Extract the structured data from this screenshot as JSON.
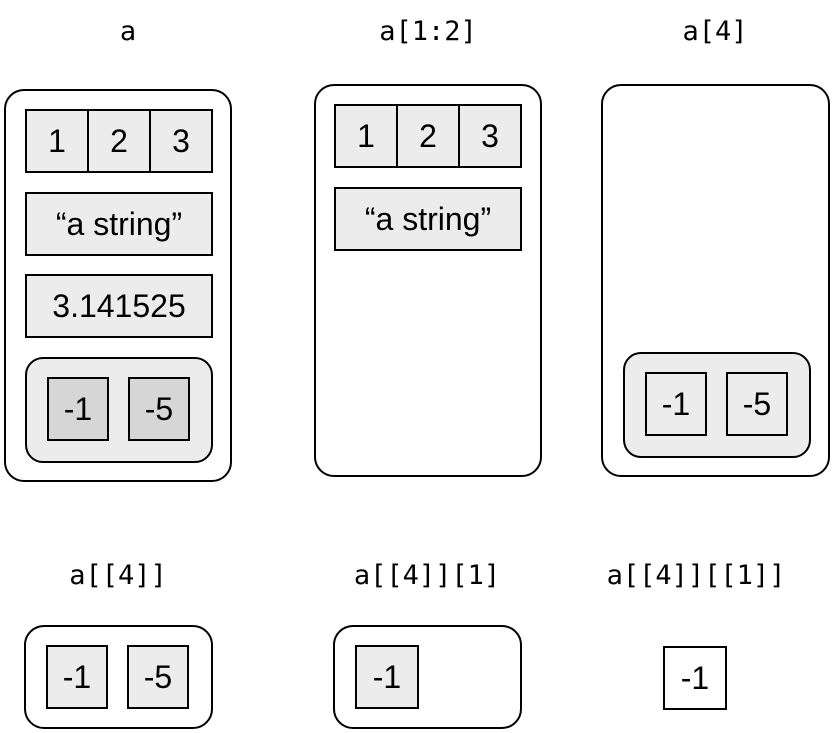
{
  "labels": {
    "a": "a",
    "a_1_2": "a[1:2]",
    "a_4": "a[4]",
    "a_dbl_4": "a[[4]]",
    "a_dbl_4_1": "a[[4]][1]",
    "a_dbl_4_dbl_1": "a[[4]][[1]]"
  },
  "values": {
    "vector": [
      "1",
      "2",
      "3"
    ],
    "string": "“a string”",
    "number": "3.141525",
    "nested": [
      "-1",
      "-5"
    ]
  }
}
